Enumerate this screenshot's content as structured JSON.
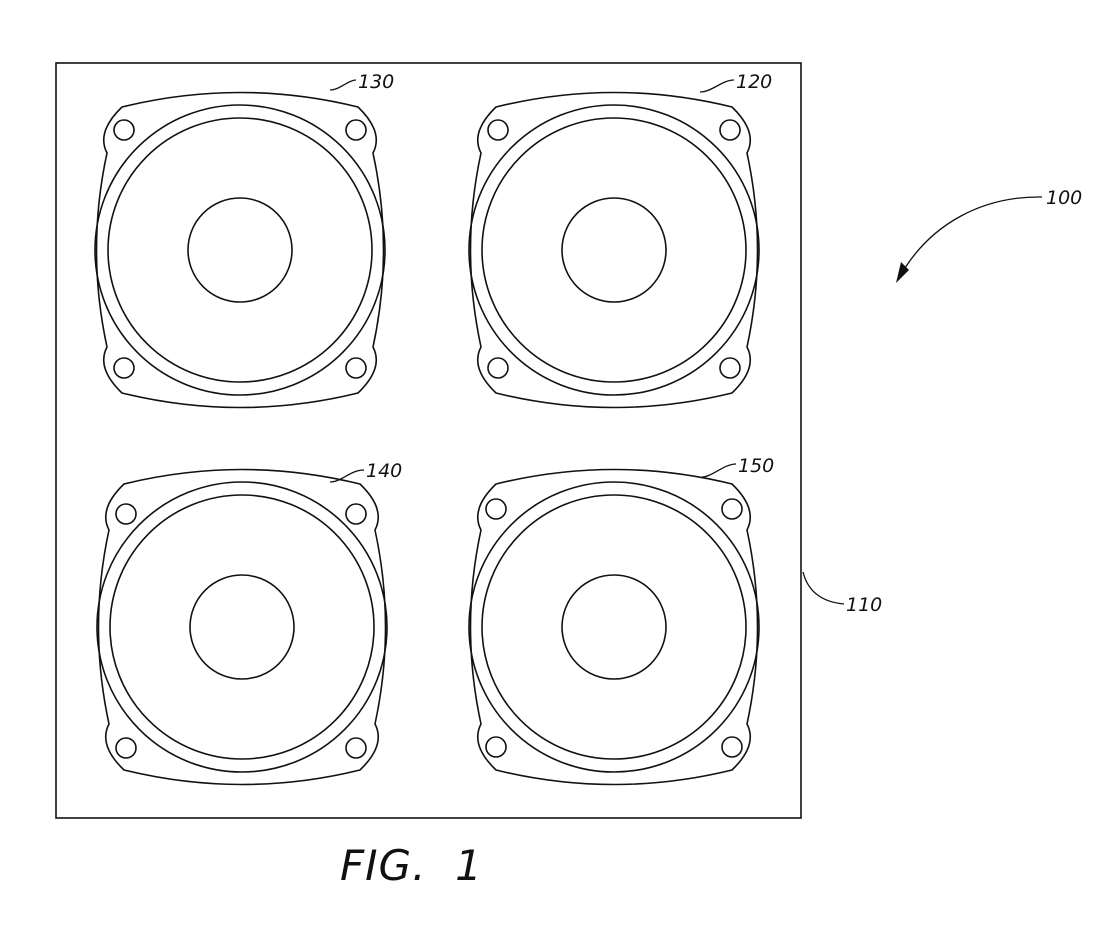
{
  "labels": {
    "assembly": "100",
    "panel": "110",
    "speaker_top_right": "120",
    "speaker_top_left": "130",
    "speaker_bottom_left": "140",
    "speaker_bottom_right": "150"
  },
  "caption": "FIG.  1"
}
